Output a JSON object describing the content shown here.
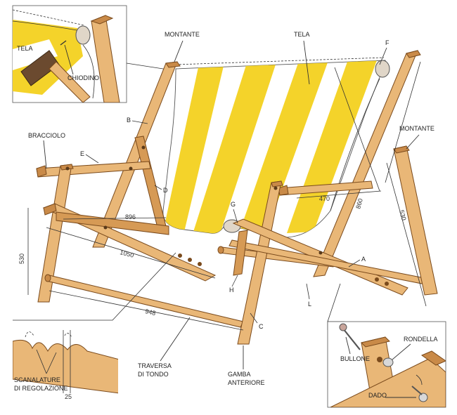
{
  "labels": {
    "tela_inset": "TELA",
    "chiodino": "CHIODINO",
    "montante_top": "MONTANTE",
    "tela_main": "TELA",
    "f": "F",
    "b": "B",
    "bracciolo": "BRACCIOLO",
    "e": "E",
    "montante_right": "MONTANTE",
    "d": "D",
    "g": "G",
    "a": "A",
    "h": "H",
    "l": "L",
    "c": "C",
    "scanalature_1": "SCANALATURE",
    "scanalature_2": "DI REGOLAZIONE",
    "traversa_1": "TRAVERSA",
    "traversa_2": "DI TONDO",
    "gamba_1": "GAMBA",
    "gamba_2": "ANTERIORE",
    "bullone": "BULLONE",
    "rondella": "RONDELLA",
    "dado": "DADO"
  },
  "dimensions": {
    "d470": "470",
    "d860": "860",
    "d530_right": "530",
    "d896": "896",
    "d1050": "1050",
    "d530_left": "530",
    "d948": "948",
    "d25": "25"
  },
  "colors": {
    "canvas_yellow": "#f4d32a",
    "wood": "#e9b777",
    "outline": "#7a4a1c"
  }
}
